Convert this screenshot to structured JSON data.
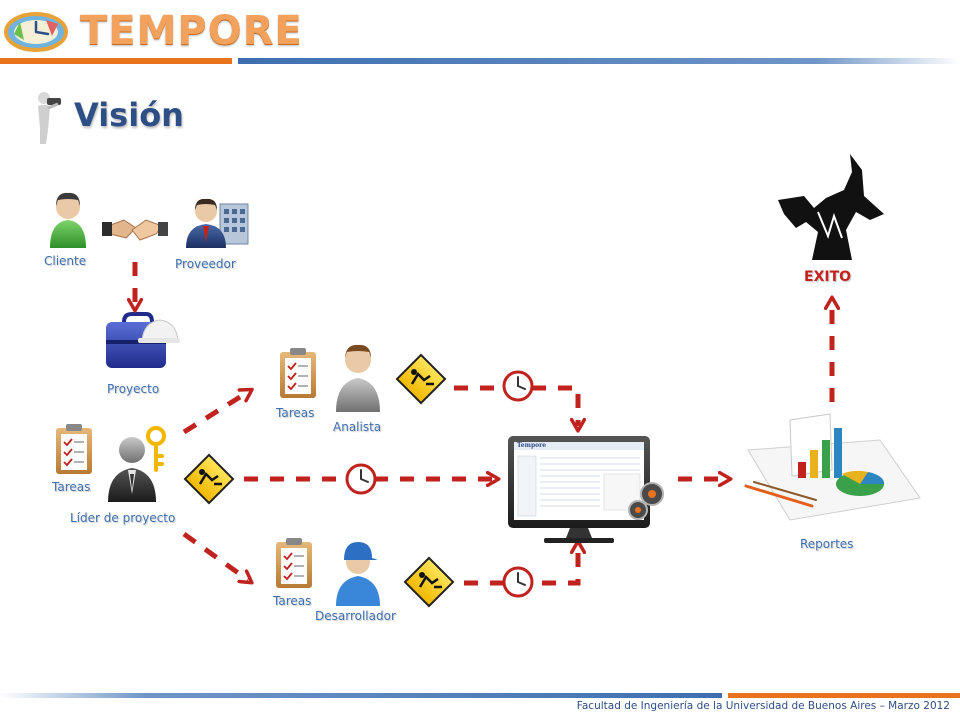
{
  "header": {
    "brand": "TEMPORE",
    "title": "Visión"
  },
  "labels": {
    "cliente": "Cliente",
    "proveedor": "Proveedor",
    "proyecto": "Proyecto",
    "tareas_lider": "Tareas",
    "lider": "Líder de proyecto",
    "tareas_analista": "Tareas",
    "analista": "Analista",
    "tareas_desarrollador": "Tareas",
    "desarrollador": "Desarrollador",
    "reportes": "Reportes",
    "exito": "EXITO",
    "app_brand": "Tempore"
  },
  "footer": {
    "text": "Facultad de Ingeniería de la Universidad de Buenos Aires – Marzo 2012"
  },
  "colors": {
    "orange": "#e8731c",
    "blue": "#3d6fb0",
    "arrow": "#c0231e",
    "title": "#2e4e86"
  }
}
